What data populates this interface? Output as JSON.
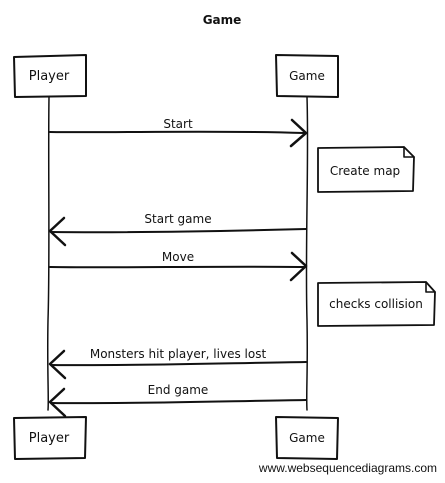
{
  "diagram": {
    "title": "Game",
    "participants": {
      "top_left": "Player",
      "top_right": "Game",
      "bottom_left": "Player",
      "bottom_right": "Game"
    },
    "messages": [
      "Start",
      "Start game",
      "Move",
      "Monsters hit player, lives lost",
      "End game"
    ],
    "notes": [
      "Create map",
      "checks collision"
    ],
    "watermark": "www.websequencediagrams.com"
  }
}
